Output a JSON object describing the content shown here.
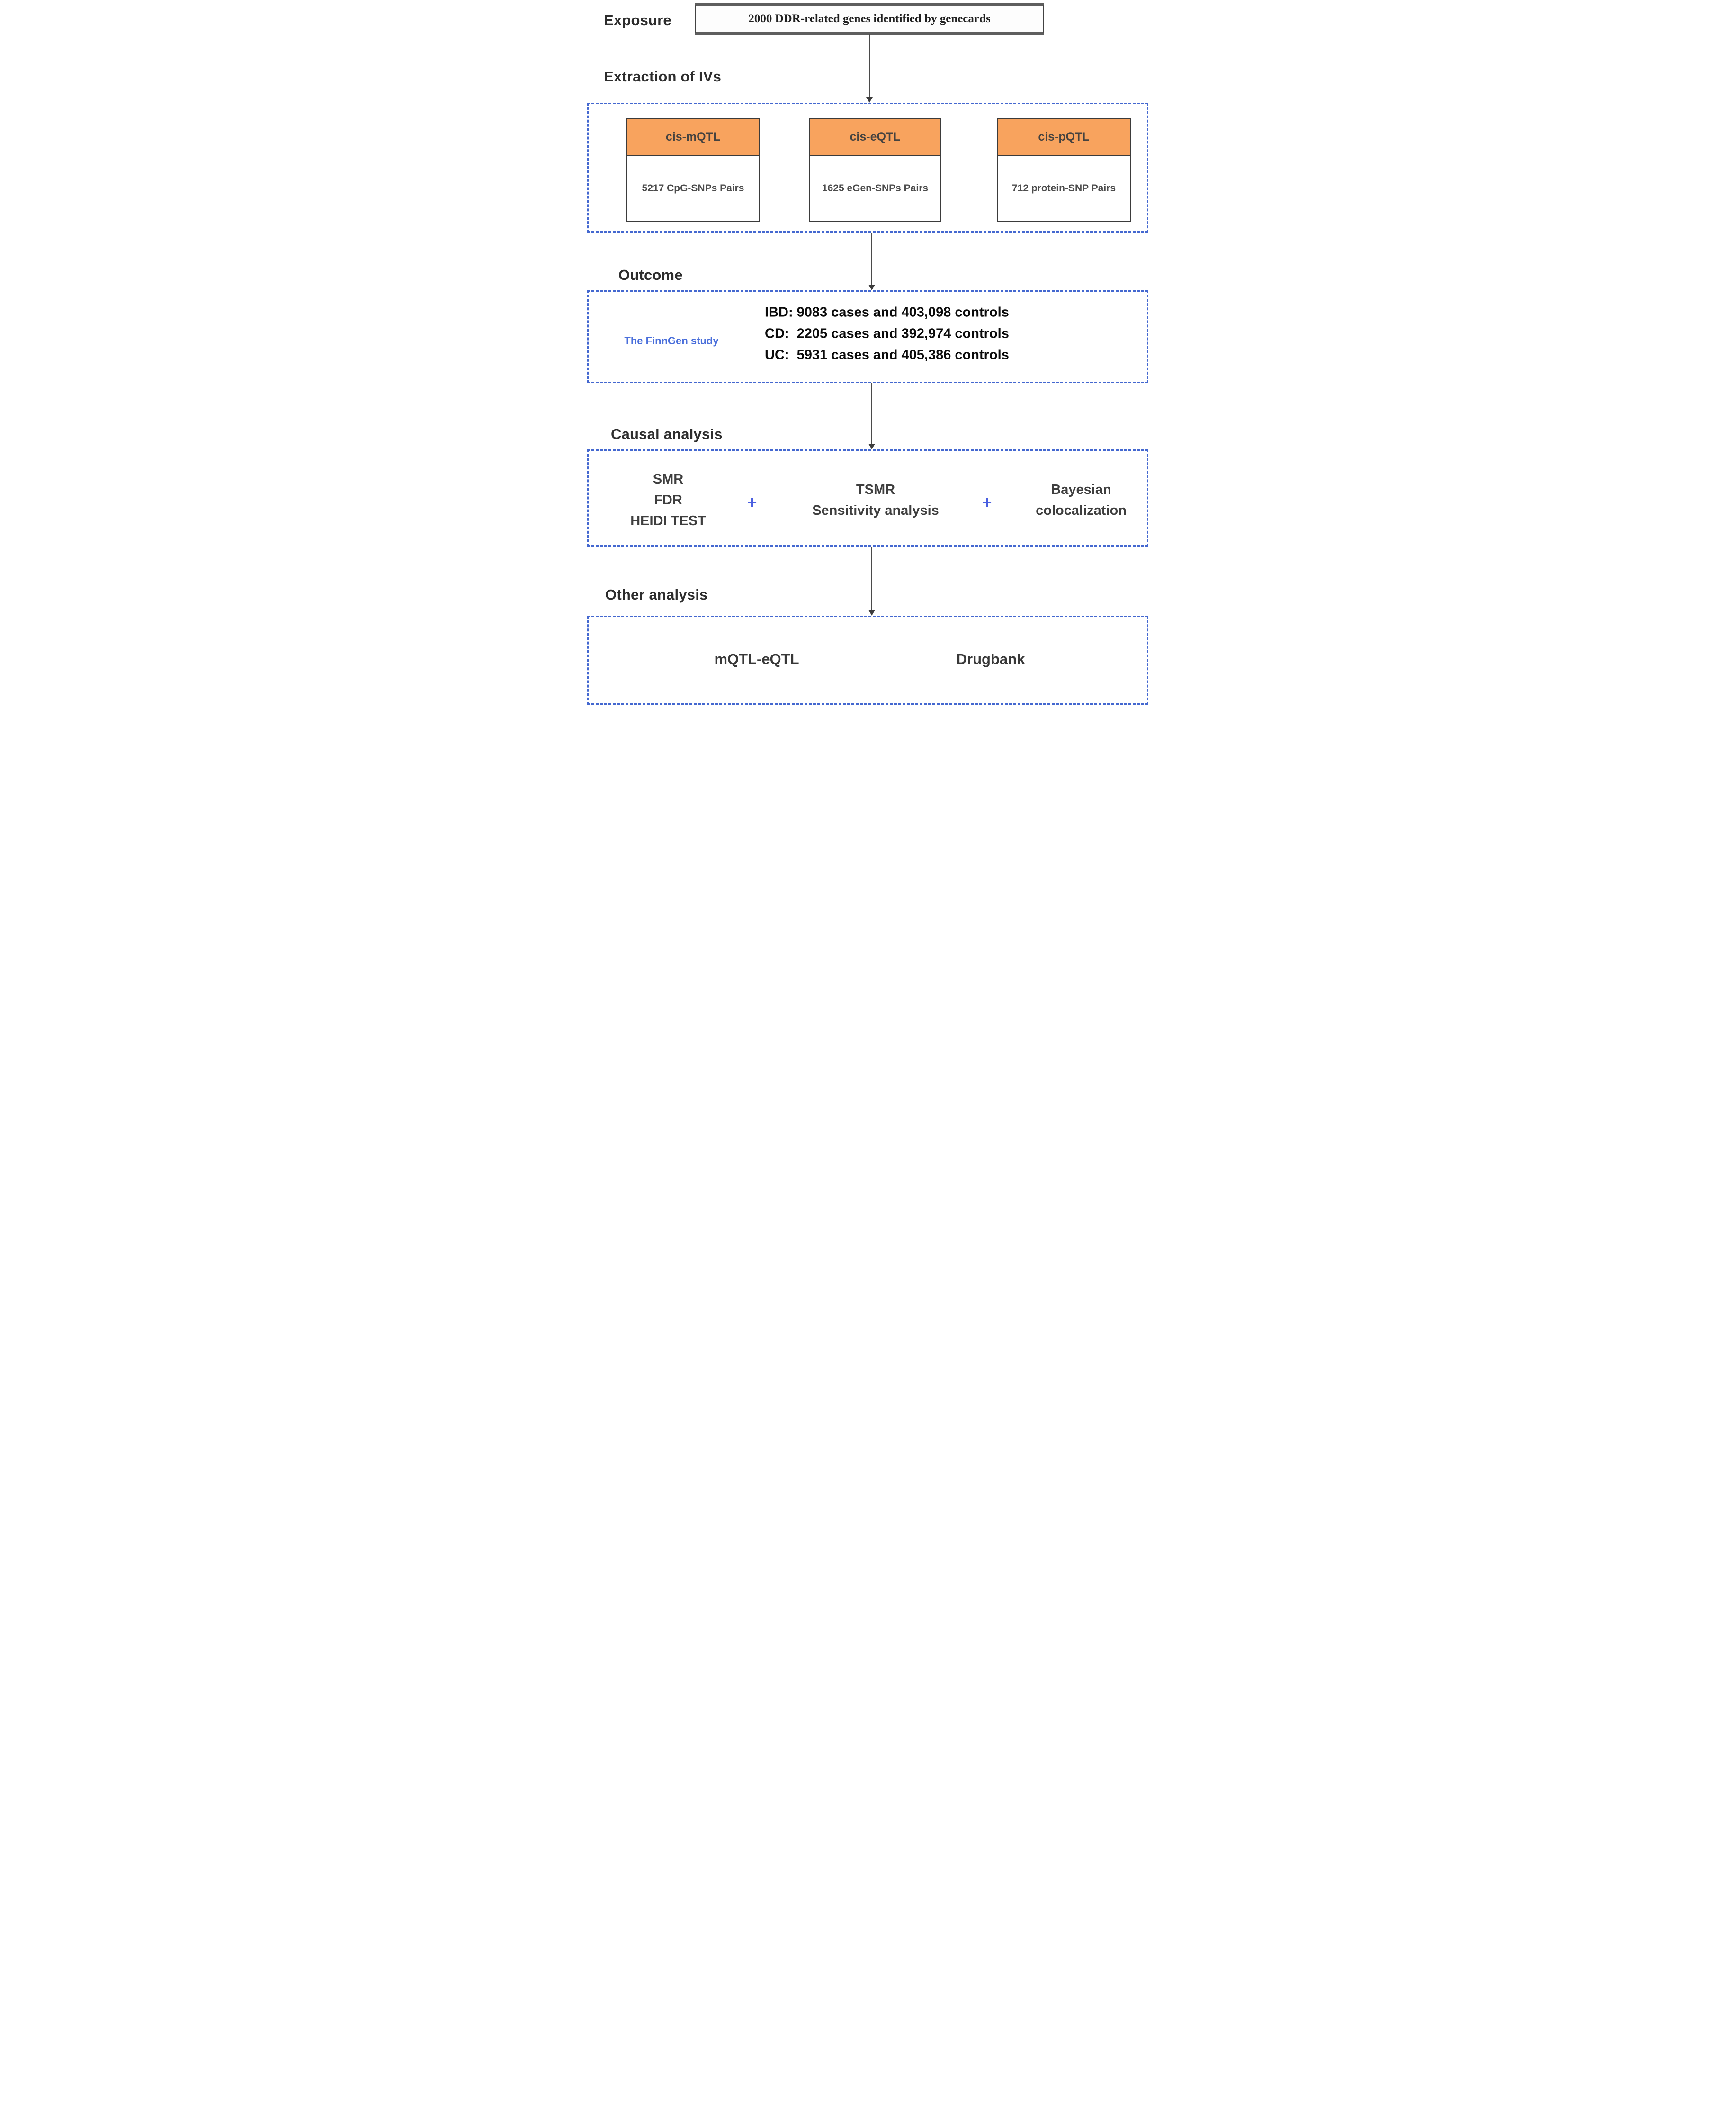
{
  "labels": {
    "exposure": "Exposure",
    "extraction": "Extraction of IVs",
    "outcome": "Outcome",
    "causal": "Causal analysis",
    "other": "Other analysis"
  },
  "exposure_box": {
    "text": "2000 DDR-related genes identified by genecards"
  },
  "iv_panel": {
    "boxes": [
      {
        "header": "cis-mQTL",
        "body": "5217 CpG-SNPs Pairs"
      },
      {
        "header": "cis-eQTL",
        "body": "1625 eGen-SNPs Pairs"
      },
      {
        "header": "cis-pQTL",
        "body": "712 protein-SNP Pairs"
      }
    ]
  },
  "outcome_panel": {
    "source": "The FinnGen study",
    "lines": [
      "IBD: 9083 cases and 403,098 controls",
      "CD:  2205 cases and 392,974 controls",
      "UC:  5931 cases and 405,386 controls"
    ]
  },
  "causal_panel": {
    "col1": [
      "SMR",
      "FDR",
      "HEIDI TEST"
    ],
    "plus": "+",
    "col2": [
      "TSMR",
      "Sensitivity analysis"
    ],
    "col3": [
      "Bayesian",
      "colocalization"
    ]
  },
  "other_panel": {
    "items": [
      "mQTL-eQTL",
      "Drugbank"
    ]
  },
  "colors": {
    "dash_blue": "#4468d0",
    "plus_blue": "#4a5fe0",
    "finngen_blue": "#4a6fdb",
    "header_orange": "#f8a35e",
    "box_border": "#3b3b3b",
    "arrow": "#4a4a4a"
  }
}
